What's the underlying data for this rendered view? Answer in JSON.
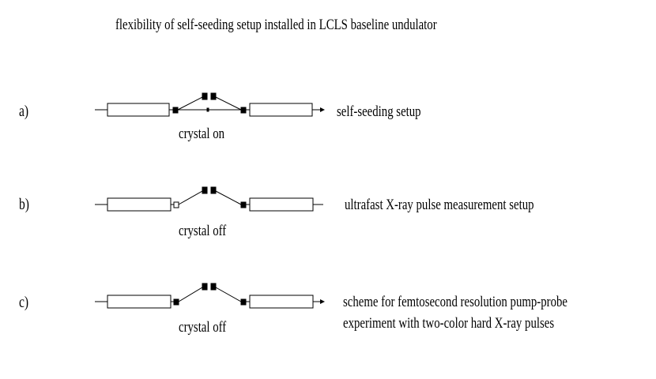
{
  "title": "flexibility of self-seeding setup installed in LCLS baseline undulator",
  "rows": [
    {
      "label": "a)",
      "crystal": "crystal on",
      "desc_lines": [
        "self-seeding setup"
      ]
    },
    {
      "label": "b)",
      "crystal": "crystal off",
      "desc_lines": [
        "ultrafast X-ray pulse measurement setup"
      ]
    },
    {
      "label": "c)",
      "crystal": "crystal off",
      "desc_lines": [
        "scheme for femtosecond resolution pump-probe",
        "experiment with two-color hard X-ray pulses"
      ]
    }
  ]
}
